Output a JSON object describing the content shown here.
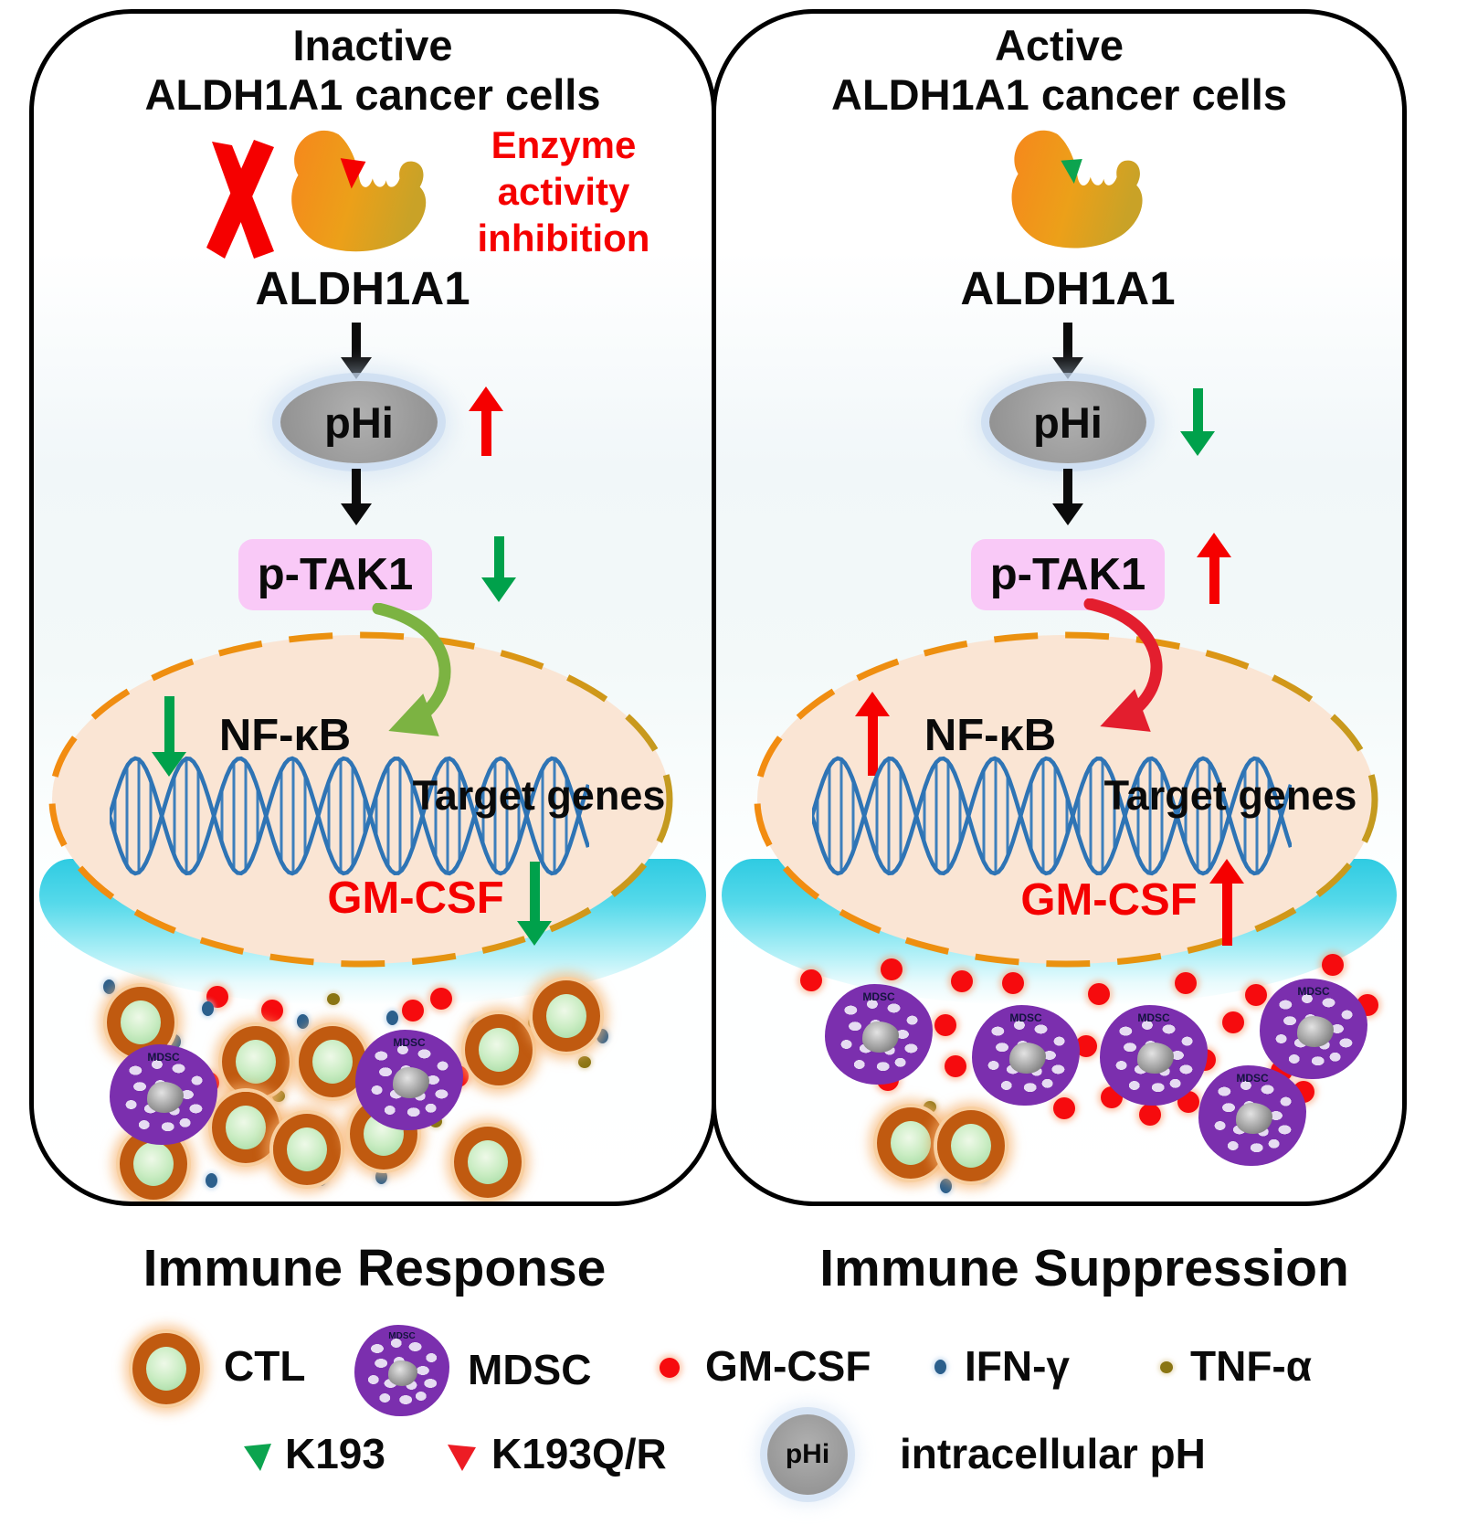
{
  "colors": {
    "accent_red": "#f50000",
    "indicator_green": "#00a14b",
    "curve_green": "#7cb342",
    "curve_red": "#e31e2e",
    "enzyme_orange": "#f68a1e",
    "enzyme_gold": "#c9a227",
    "phi_gray": "#9a9a9a",
    "ptak1_pink": "#f9c9f7",
    "nucleus_fill": "#fae5d4",
    "nucleus_border_orange": "#ee8e0e",
    "nucleus_border_gold": "#c49a1f",
    "membrane_cyan": "#3acfe4",
    "dna_blue": "#2e74b5",
    "ctl_ring": "#c05a10",
    "mdsc_purple": "#7b2fae",
    "ifng_blue": "#2b5f8c",
    "tnfa_olive": "#8a7513"
  },
  "left_panel": {
    "title_line1": "Inactive",
    "title_line2": "ALDH1A1 cancer cells",
    "inhibition_line1": "Enzyme",
    "inhibition_line2": "activity",
    "inhibition_line3": "inhibition",
    "enzyme_label": "ALDH1A1",
    "phi_label": "pHi",
    "ptak1_label": "p-TAK1",
    "nfkb_label": "NF-κB",
    "target_genes_label": "Target genes",
    "gmcsf_label": "GM-CSF",
    "outcome_label": "Immune Response"
  },
  "right_panel": {
    "title_line1": "Active",
    "title_line2": "ALDH1A1 cancer cells",
    "enzyme_label": "ALDH1A1",
    "phi_label": "pHi",
    "ptak1_label": "p-TAK1",
    "nfkb_label": "NF-κB",
    "target_genes_label": "Target genes",
    "gmcsf_label": "GM-CSF",
    "outcome_label": "Immune Suppression"
  },
  "mdsc_cell_label": "MDSC",
  "legend": {
    "row1": [
      {
        "icon": "ctl-icon",
        "label": "CTL"
      },
      {
        "icon": "mdsc-icon",
        "label": "MDSC"
      },
      {
        "icon": "gmcsf-dot-icon",
        "label": "GM-CSF"
      },
      {
        "icon": "ifng-dot-icon",
        "label": "IFN-γ"
      },
      {
        "icon": "tnfa-dot-icon",
        "label": "TNF-α"
      }
    ],
    "row2": [
      {
        "icon": "k193-triangle-icon",
        "label": "K193"
      },
      {
        "icon": "k193qr-triangle-icon",
        "label": "K193Q/R"
      },
      {
        "icon": "phi-circle-icon",
        "icon_text": "pHi",
        "label": "intracellular pH"
      }
    ]
  }
}
